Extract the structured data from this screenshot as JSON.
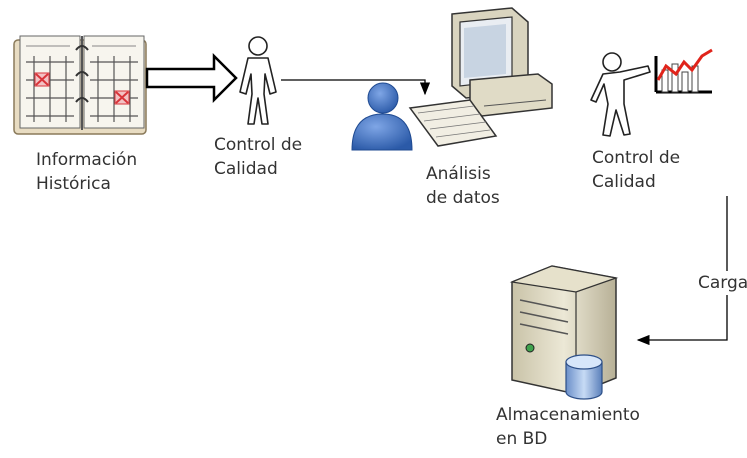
{
  "nodes": {
    "historical_info": {
      "label_lines": [
        "Información",
        "Histórica"
      ],
      "icon": "calendar-book-icon"
    },
    "quality_control_1": {
      "label_lines": [
        "Control de",
        "Calidad"
      ],
      "icon": "person-figure-icon"
    },
    "data_analysis": {
      "label_lines": [
        "Análisis",
        "de datos"
      ],
      "icon": "user-computer-icon"
    },
    "quality_control_2": {
      "label_lines": [
        "Control de",
        "Calidad"
      ],
      "icon": "person-presenting-chart-icon"
    },
    "db_storage": {
      "label_lines": [
        "Almacenamiento",
        "en BD"
      ],
      "icon": "database-server-icon"
    }
  },
  "edges": {
    "load_label": "Carga"
  },
  "colors": {
    "line": "#000000",
    "text": "#333333",
    "calendar_mark": "#d9343a",
    "chart_line": "#e0241b",
    "user_blue": "#3c6fc0"
  }
}
